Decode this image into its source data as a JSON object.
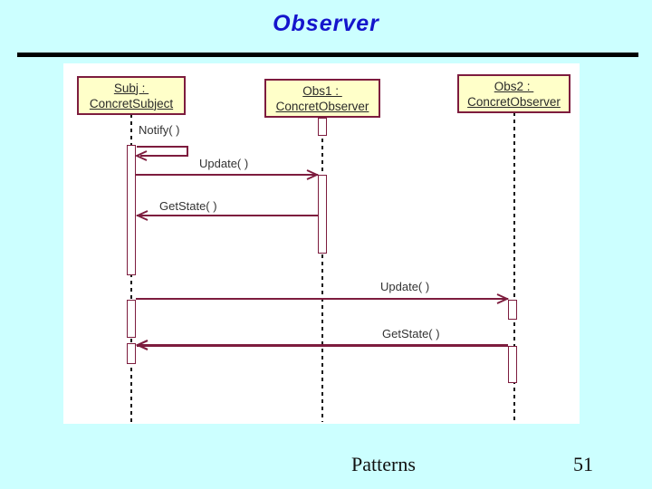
{
  "slide": {
    "title": "Observer",
    "footer": {
      "label": "Patterns",
      "page_number": "51"
    }
  },
  "diagram": {
    "type": "uml-sequence-diagram",
    "objects": [
      {
        "name": "Subj : ",
        "class": "ConcretSubject"
      },
      {
        "name": "Obs1 : ",
        "class": "ConcretObserver"
      },
      {
        "name": "Obs2 : ",
        "class": "ConcretObserver"
      }
    ],
    "messages": [
      {
        "label": "Notify( )",
        "from": "Subj",
        "to": "Subj",
        "kind": "self-call"
      },
      {
        "label": "Update( )",
        "from": "Subj",
        "to": "Obs1",
        "kind": "call"
      },
      {
        "label": "GetState( )",
        "from": "Obs1",
        "to": "Subj",
        "kind": "call"
      },
      {
        "label": "Update( )",
        "from": "Subj",
        "to": "Obs2",
        "kind": "call"
      },
      {
        "label": "GetState( )",
        "from": "Obs2",
        "to": "Subj",
        "kind": "call"
      }
    ]
  },
  "colors": {
    "background": "#CCFFFF",
    "title_text": "#1414CC",
    "divider": "#000000",
    "panel": "#FFFFFF",
    "box_fill": "#FFFFC9",
    "box_border": "#7D1C3E",
    "message_line": "#7D1C3E",
    "lifeline": "#151515",
    "body_text": "#333333"
  }
}
